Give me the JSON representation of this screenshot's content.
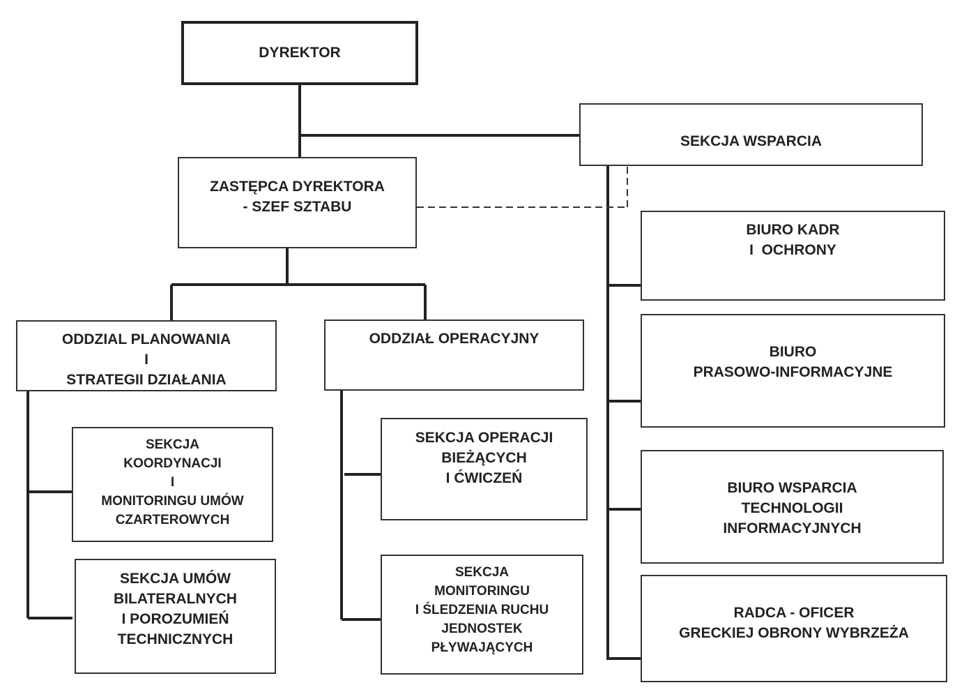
{
  "diagram": {
    "type": "org-chart",
    "nodes": {
      "director": [
        "DYREKTOR"
      ],
      "deputy": [
        "ZASTĘPCA DYREKTORA",
        "- SZEF SZTABU"
      ],
      "support": [
        "SEKCJA WSPARCIA"
      ],
      "planning": [
        "ODDZIAL PLANOWANIA",
        "I",
        "STRATEGII DZIAŁANIA"
      ],
      "operations": [
        "ODDZIAŁ OPERACYJNY"
      ],
      "coordination": [
        "SEKCJA",
        "KOORDYNACJI",
        "I",
        "MONITORINGU UMÓW",
        "CZARTEROWYCH"
      ],
      "bilateral": [
        "SEKCJA UMÓW",
        "BILATERALNYCH",
        "I POROZUMIEŃ",
        "TECHNICZNYCH"
      ],
      "current_ops": [
        "SEKCJA OPERACJI",
        "BIEŻĄCYCH",
        "I ĆWICZEŃ"
      ],
      "monitoring": [
        "SEKCJA",
        "MONITORINGU",
        "I ŚLEDZENIA RUCHU",
        "JEDNOSTEK",
        "PŁYWAJĄCYCH"
      ],
      "hr": [
        "BIURO KADR",
        "I  OCHRONY"
      ],
      "press": [
        "BIURO",
        "PRASOWO-INFORMACYJNE"
      ],
      "it": [
        "BIURO WSPARCIA",
        "TECHNOLOGII",
        "INFORMACYJNYCH"
      ],
      "coast_guard": [
        "RADCA - OFICER",
        "GRECKIEJ OBRONY WYBRZEŻA"
      ]
    }
  }
}
